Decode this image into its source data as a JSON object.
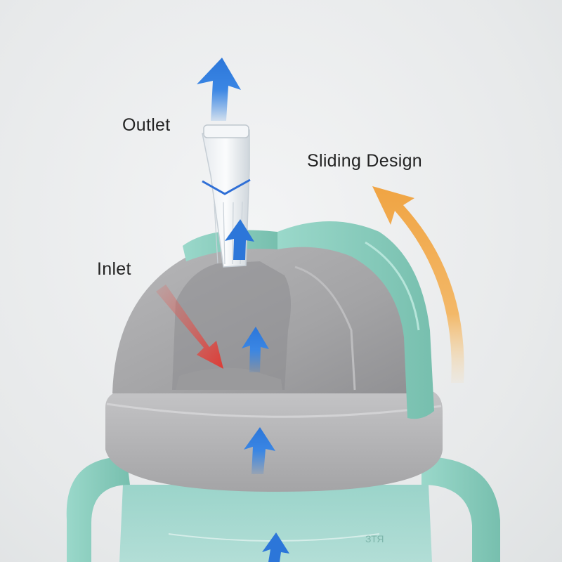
{
  "labels": {
    "outlet": "Outlet",
    "sliding_design": "Sliding Design",
    "inlet": "Inlet"
  },
  "colors": {
    "background": "#e9ebec",
    "lid_gray": "#a9a9ab",
    "collar_gray": "#b9b9bb",
    "mint": "#8fcfc1",
    "flow_arrow": "#2f7fe0",
    "inlet_arrow": "#e0453f",
    "sliding_arrow": "#f0a94a"
  },
  "icons": {
    "outlet_flow": "blue-up-arrow-icon",
    "inlet_flow": "red-down-arrow-icon",
    "slide_motion": "orange-curved-arrow-icon"
  }
}
